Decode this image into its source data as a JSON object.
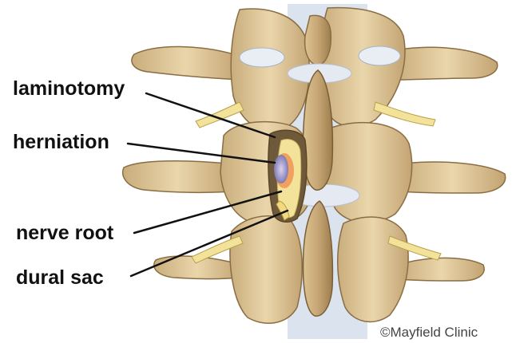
{
  "labels": {
    "laminotomy": "laminotomy",
    "herniation": "herniation",
    "nerve_root": "nerve root",
    "dural_sac": "dural sac"
  },
  "credit": "©Mayfield Clinic",
  "colors": {
    "bone": "#e7d2a6",
    "bone_shadow": "#b89a69",
    "bone_outline": "#8a6d43",
    "disc": "#dfe5f0",
    "nerve": "#f3e39a",
    "herniation": "#a9a4cc",
    "herniation_glow": "#f28a4a",
    "label_text": "#111111",
    "leader_line": "#111111"
  }
}
